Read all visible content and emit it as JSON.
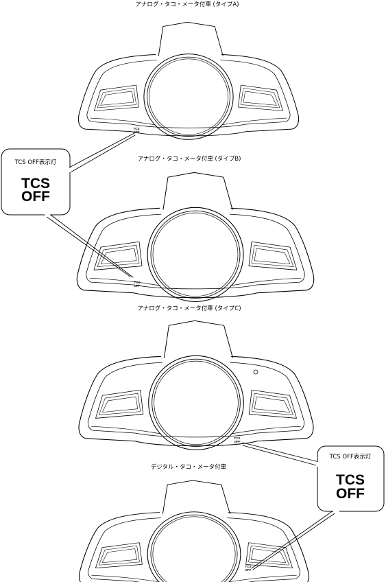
{
  "clusters": [
    {
      "caption": "アナログ・タコ・メータ付車 (タイプA)",
      "indicator_line1": "TCS",
      "indicator_line2": "OFF"
    },
    {
      "caption": "アナログ・タコ・メータ付車 (タイプB)",
      "indicator_line1": "TCS",
      "indicator_line2": "OFF"
    },
    {
      "caption": "アナログ・タコ・メータ付車 (タイプC)",
      "indicator_line1": "TCS",
      "indicator_line2": "OFF"
    },
    {
      "caption": "デジタル・タコ・メータ付車",
      "indicator_line1": "TCS",
      "indicator_line2": "OFF"
    }
  ],
  "callouts": [
    {
      "label": "TCS OFF表示灯",
      "line1": "TCS",
      "line2": "OFF"
    },
    {
      "label": "TCS OFF表示灯",
      "line1": "TCS",
      "line2": "OFF"
    }
  ]
}
